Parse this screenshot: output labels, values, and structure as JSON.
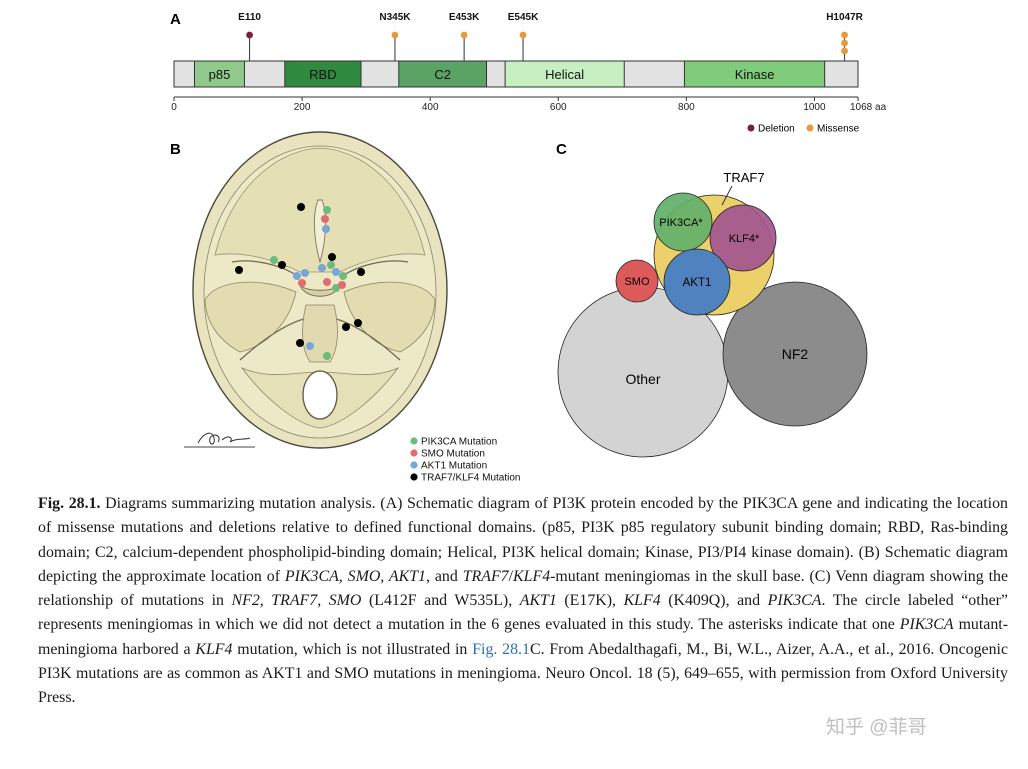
{
  "panels": {
    "a": "A",
    "b": "B",
    "c": "C"
  },
  "protein": {
    "length": 1068,
    "axis_ticks": [
      0,
      200,
      400,
      600,
      800,
      1000
    ],
    "axis_end_label": "1068 aa",
    "domains": [
      {
        "label": "p85",
        "start": 32,
        "end": 110,
        "color": "#8fca8c"
      },
      {
        "label": "RBD",
        "start": 173,
        "end": 292,
        "color": "#2f8a3f"
      },
      {
        "label": "C2",
        "start": 351,
        "end": 488,
        "color": "#5ba364"
      },
      {
        "label": "Helical",
        "start": 517,
        "end": 703,
        "color": "#c6f0c2"
      },
      {
        "label": "Kinase",
        "start": 797,
        "end": 1016,
        "color": "#7fcd7c"
      }
    ],
    "mutations": [
      {
        "label": "E110",
        "pos": 118,
        "type": "deletion",
        "count": 1
      },
      {
        "label": "N345K",
        "pos": 345,
        "type": "missense",
        "count": 1
      },
      {
        "label": "E453K",
        "pos": 453,
        "type": "missense",
        "count": 1
      },
      {
        "label": "E545K",
        "pos": 545,
        "type": "missense",
        "count": 1
      },
      {
        "label": "H1047R",
        "pos": 1047,
        "type": "missense",
        "count": 3
      }
    ],
    "legend": [
      {
        "label": "Deletion",
        "color": "#7a1f3d"
      },
      {
        "label": "Missense",
        "color": "#e69a3c"
      }
    ]
  },
  "skull": {
    "signature": "PB",
    "legend": [
      {
        "label": "PIK3CA Mutation",
        "color": "#6fba7f"
      },
      {
        "label": "SMO Mutation",
        "color": "#e46a6e"
      },
      {
        "label": "AKT1 Mutation",
        "color": "#79a6d8"
      },
      {
        "label": "TRAF7/KLF4 Mutation",
        "color": "#000000"
      }
    ]
  },
  "venn": {
    "labels": {
      "traf7": "TRAF7",
      "pik3ca": "PIK3CA*",
      "klf4": "KLF4*",
      "smo": "SMO",
      "akt1": "AKT1",
      "other": "Other",
      "nf2": "NF2"
    },
    "colors": {
      "traf7": "#ecd06a",
      "pik3ca": "#62b06a",
      "klf4": "#a3558e",
      "smo": "#dd5a5a",
      "akt1": "#4f82be",
      "other": "#d3d3d3",
      "nf2": "#8c8c8c"
    }
  },
  "caption": {
    "fig_label": "Fig. 28.1.",
    "t1": " Diagrams summarizing mutation analysis. (A) Schematic diagram of PI3K protein encoded by the PIK3CA gene and indicating the location of missense mutations and deletions relative to defined functional domains. (p85, PI3K p85 regulatory subunit binding domain; RBD, Ras-binding domain; C2, calcium-dependent phospholipid-binding domain; Helical, PI3K helical domain; Kinase, PI3/PI4 kinase domain). (B) Schematic diagram depicting the approximate location of ",
    "i1": "PIK3CA, SMO, AKT1",
    "t2": ", and ",
    "i2": "TRAF7",
    "t3": "/",
    "i3": "KLF4",
    "t4": "-mutant meningiomas in the skull base. (C) Venn diagram showing the relationship of mutations in ",
    "i4": "NF2, TRAF7, SMO",
    "t5": " (L412F and W535L), ",
    "i5": "AKT1",
    "t6": " (E17K), ",
    "i6": "KLF4",
    "t7": " (K409Q), and ",
    "i7": "PIK3CA",
    "t8": ". The circle labeled “other” represents meningiomas in which we did not detect a mutation in the 6 genes evaluated in this study. The asterisks indicate that one ",
    "i8": "PIK3CA",
    "t9": " mutant-meningioma harbored a ",
    "i9": "KLF4",
    "t10": " mutation, which is not illustrated in ",
    "link": "Fig. 28.1",
    "t11": "C. From Abedalthagafi, M., Bi, W.L., Aizer, A.A., et al., 2016. Oncogenic PI3K mutations are as common as AKT1 and SMO mutations in meningioma. Neuro Oncol. 18 (5), 649–655, with permission from Oxford University Press."
  },
  "watermark": "知乎 @菲哥"
}
